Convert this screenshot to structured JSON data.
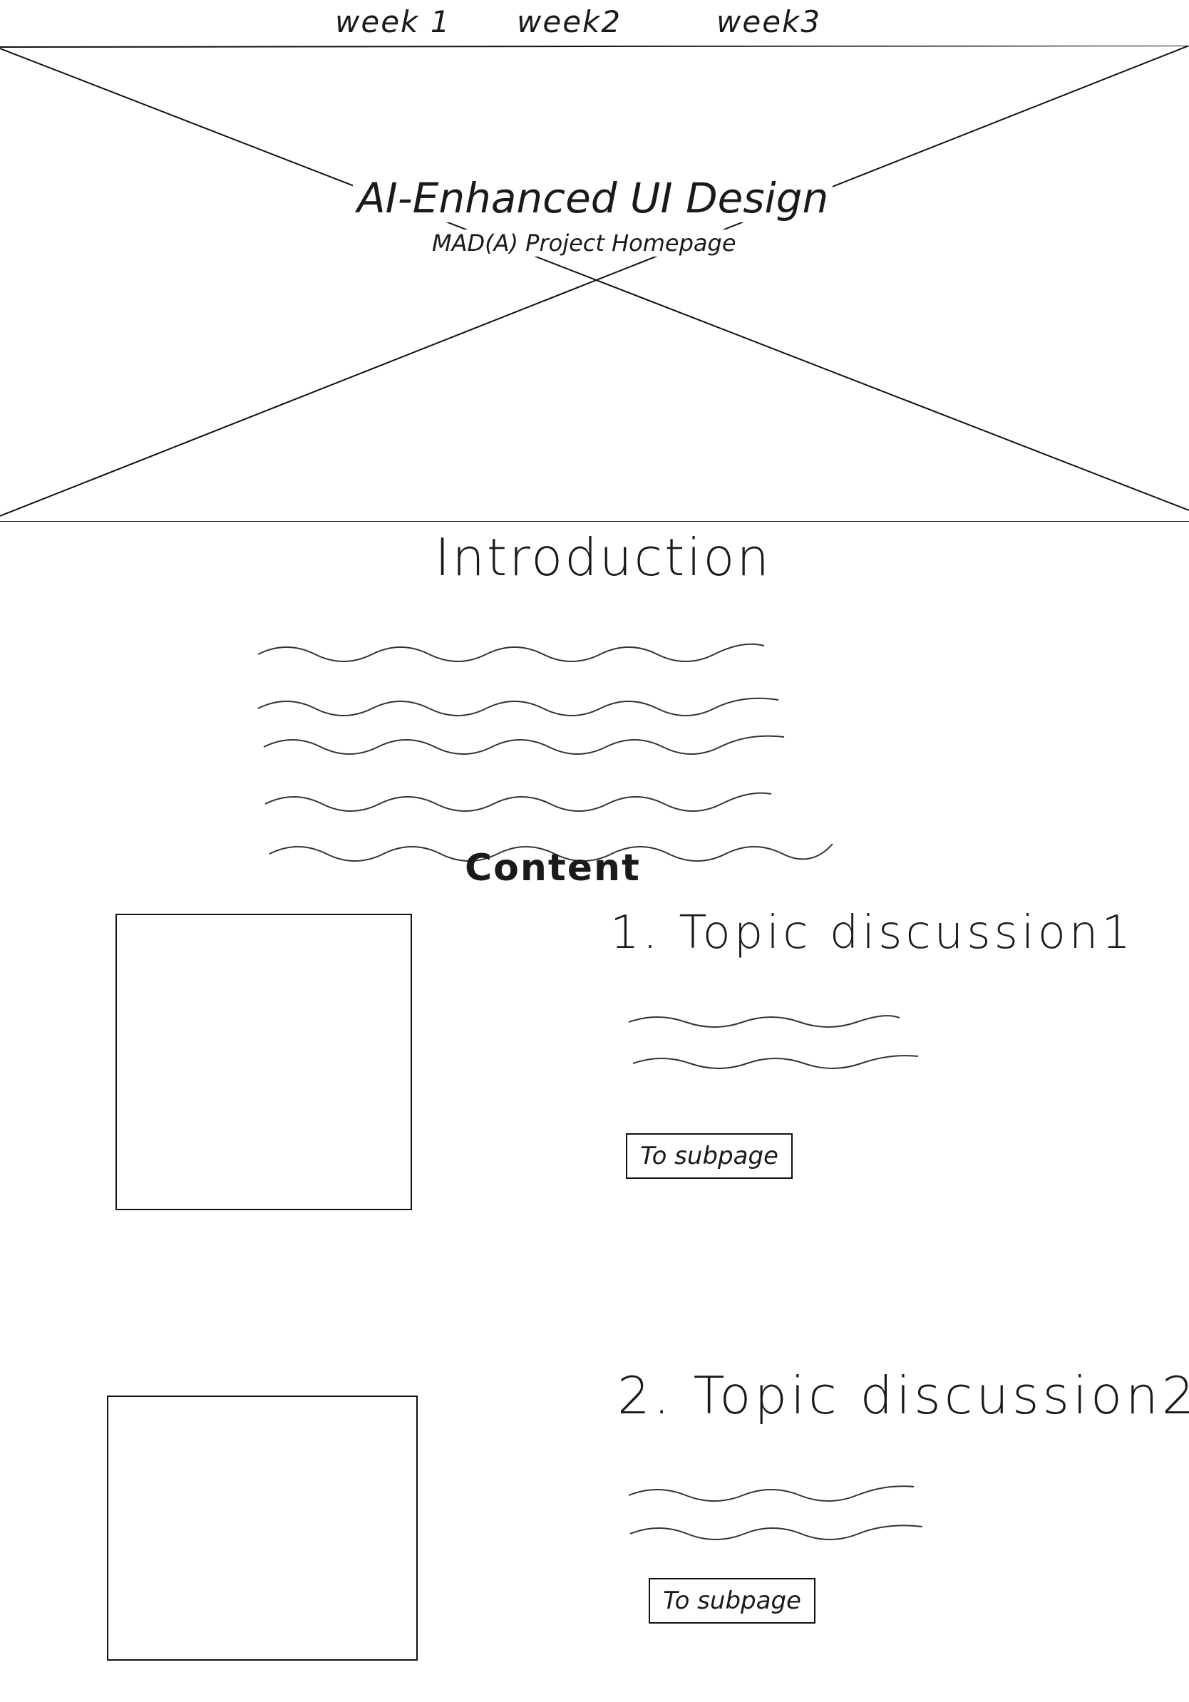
{
  "nav": {
    "items": [
      {
        "label": "week 1"
      },
      {
        "label": "week2"
      },
      {
        "label": "week3"
      }
    ]
  },
  "hero": {
    "title": "AI-Enhanced UI Design",
    "subtitle": "MAD(A) Project Homepage"
  },
  "introduction": {
    "heading": "Introduction"
  },
  "content": {
    "heading": "Content",
    "topics": [
      {
        "title": "1. Topic discussion1",
        "button_label": "To subpage"
      },
      {
        "title": "2. Topic discussion2",
        "button_label": "To subpage"
      }
    ]
  }
}
